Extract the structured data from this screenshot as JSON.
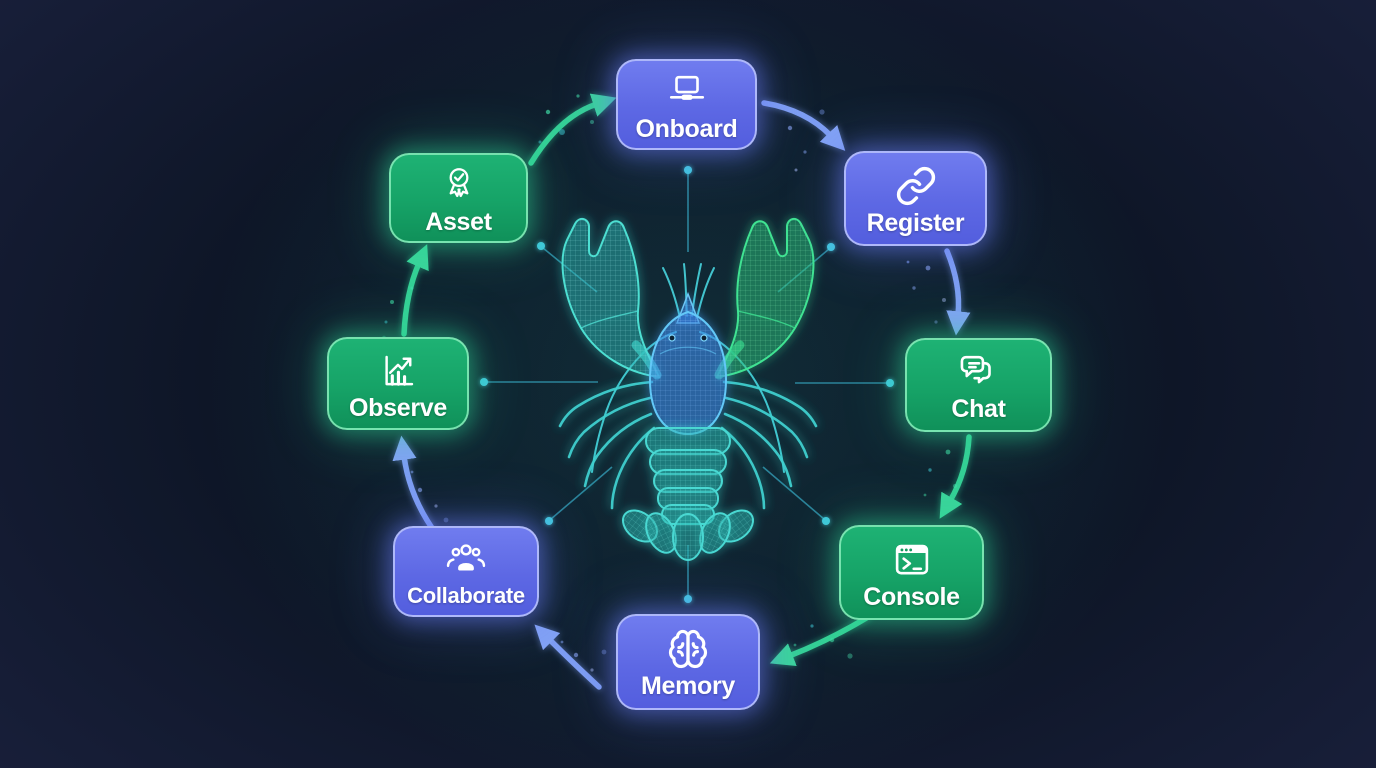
{
  "description": "Circular workflow diagram: eight capability nodes cycle clockwise around a glowing wireframe lobster mascot",
  "center": {
    "figure": "wireframe-lobster",
    "claw_left_color": "#46d9cc",
    "claw_right_color": "#3ce292",
    "body_color": "#63c8f8",
    "tail_color": "#49d8d2"
  },
  "colors": {
    "background_edge": "#1e2442",
    "background_center": "#0b1322",
    "node_blue": "#5d68e4",
    "node_green": "#16a367",
    "node_border_blue": "#b2bcfa",
    "node_border_green": "#80e8b5",
    "arrow_green": "#35d096",
    "arrow_blue": "#7e9ef3",
    "connector_teal": "#2f8ea6",
    "connector_dot": "#43c8de",
    "label_text": "#ffffff"
  },
  "nodes": [
    {
      "id": "onboard",
      "label": "Onboard",
      "icon": "laptop-icon",
      "color": "blue",
      "position": "top"
    },
    {
      "id": "register",
      "label": "Register",
      "icon": "chain-link-icon",
      "color": "blue",
      "position": "top-right"
    },
    {
      "id": "chat",
      "label": "Chat",
      "icon": "chat-bubbles-icon",
      "color": "green",
      "position": "right"
    },
    {
      "id": "console",
      "label": "Console",
      "icon": "terminal-window-icon",
      "color": "green",
      "position": "bottom-right"
    },
    {
      "id": "memory",
      "label": "Memory",
      "icon": "brain-icon",
      "color": "blue",
      "position": "bottom"
    },
    {
      "id": "collaborate",
      "label": "Collaborate",
      "icon": "people-group-icon",
      "color": "blue",
      "position": "bottom-left"
    },
    {
      "id": "observe",
      "label": "Observe",
      "icon": "bar-chart-trend-icon",
      "color": "green",
      "position": "left"
    },
    {
      "id": "asset",
      "label": "Asset",
      "icon": "award-badge-icon",
      "color": "green",
      "position": "top-left"
    }
  ],
  "edges": [
    {
      "from": "Asset",
      "to": "Onboard",
      "color": "green"
    },
    {
      "from": "Onboard",
      "to": "Register",
      "color": "blue"
    },
    {
      "from": "Register",
      "to": "Chat",
      "color": "blue"
    },
    {
      "from": "Chat",
      "to": "Console",
      "color": "green"
    },
    {
      "from": "Console",
      "to": "Memory",
      "color": "green"
    },
    {
      "from": "Memory",
      "to": "Collaborate",
      "color": "blue"
    },
    {
      "from": "Collaborate",
      "to": "Observe",
      "color": "blue"
    },
    {
      "from": "Observe",
      "to": "Asset",
      "color": "green"
    }
  ],
  "flow_direction": "clockwise"
}
